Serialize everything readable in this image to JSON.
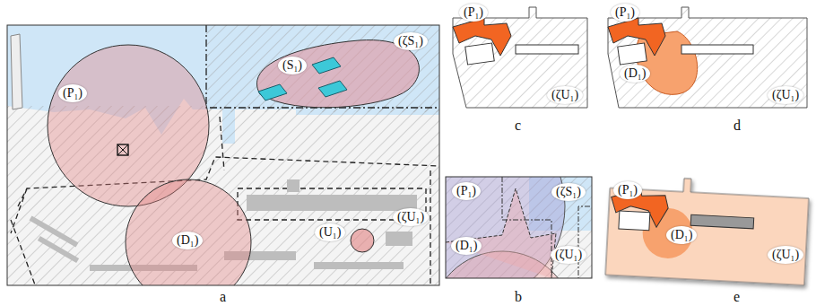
{
  "diagram": {
    "nodes": [
      {
        "text": [
          "(P₁)"
        ]
      },
      {
        "text": [
          "(D₁)"
        ]
      },
      {
        "text": [
          "(S₁)"
        ]
      },
      {
        "text": [
          "(U₁)"
        ]
      }
    ],
    "labels": [
      "(ζS₁)",
      "(ζU₁)",
      "a",
      "(P₁)",
      "(ζS₁)",
      "(D₁)",
      "(ζU₁)",
      "b",
      "(P₁)",
      "(ζU₁)",
      "c",
      "(P₁)",
      "(D₁)",
      "(ζU₁)",
      "d",
      "(P₁)",
      "(D₁)",
      "(ζU₁)",
      "e"
    ]
  }
}
